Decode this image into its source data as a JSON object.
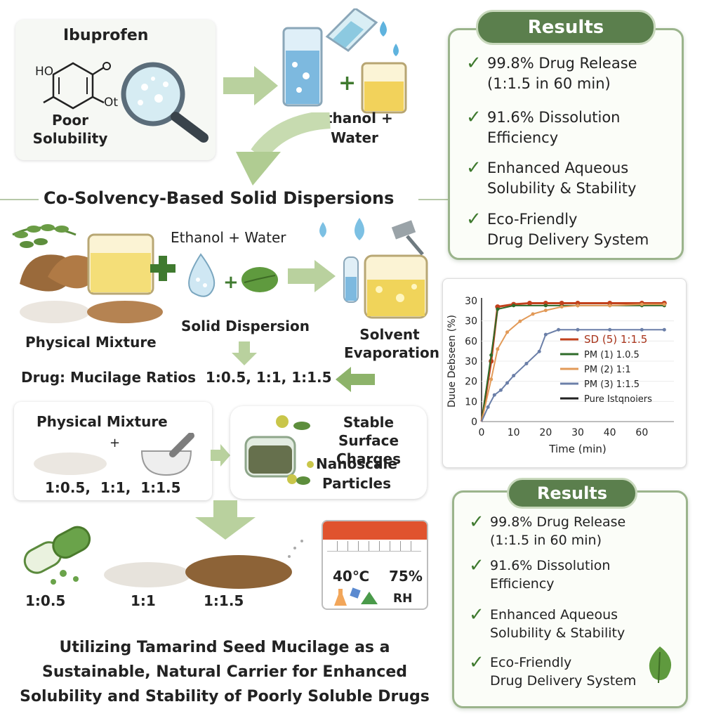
{
  "top": {
    "drug": "Ibuprofen",
    "ho": "HO",
    "o_suffix": "Ot",
    "poor_solubility": [
      "Poor",
      "Solubility"
    ],
    "cosolvent": [
      "Ethanol +",
      "Water"
    ]
  },
  "section_title": "Co-Solvency-Based Solid Dispersions",
  "middle": {
    "ethanol_water": "Ethanol + Water",
    "physical_mixture": "Physical Mixture",
    "solid_dispersion": "Solid Dispersion",
    "solvent_evaporation": [
      "Solvent",
      "Evaporation"
    ],
    "ratios": "Drug: Mucilage Ratios  1:0.5, 1:1, 1:1.5"
  },
  "lower": {
    "physical_mixture": "Physical Mixture",
    "plus": "+",
    "pm_ratios": "1:0.5,  1:1,  1:1.5",
    "stable": [
      "Stable",
      "Surface Charges"
    ],
    "nano": [
      "Nanoscale",
      "Particles"
    ]
  },
  "bottom": {
    "ratio_labels": [
      "1:0.5",
      "1:1",
      "1:1.5"
    ],
    "temp": "40℃",
    "humidity": "75%",
    "rh": "RH"
  },
  "footer": [
    "Utilizing Tamarind Seed Mucilage as a",
    "Sustainable, Natural Carrier for Enhanced",
    "Solubility and Stability of Poorly Soluble Drugs"
  ],
  "results_top": {
    "title": "Results",
    "items": [
      [
        "99.8% Drug Release",
        "(1:1.5 in 60 min)"
      ],
      [
        "91.6% Dissolution",
        "Efficiency"
      ],
      [
        "Enhanced Aqueous",
        "Solubility & Stability"
      ],
      [
        "Eco-Friendly",
        "Drug Delivery System"
      ]
    ]
  },
  "results_bottom": {
    "title": "Results",
    "items": [
      [
        "99.8% Drug Release",
        "(1:1.5 in 60 min)"
      ],
      [
        "91.6% Dissolution",
        "Efficiency"
      ],
      [
        "Enhanced Aqueous",
        "Solubility & Stability"
      ],
      [
        "Eco-Friendly",
        "Drug Delivery System"
      ]
    ]
  },
  "chart_data": {
    "type": "line",
    "xlabel": "Time (min)",
    "ylabel": "Duue Debseen (%)",
    "x_ticks": [
      "0",
      "10",
      "20",
      "30",
      "40",
      "60"
    ],
    "y_ticks": [
      "0",
      "10",
      "20",
      "30",
      "60",
      "30",
      "30"
    ],
    "series": [
      {
        "name": "SD (5) 1:1.5",
        "color": "#c2411d",
        "x": [
          0,
          3,
          5,
          10,
          15,
          20,
          25,
          30,
          40,
          50,
          57
        ],
        "y": [
          0,
          50,
          95,
          97,
          98,
          98,
          98,
          98,
          98,
          98,
          98
        ]
      },
      {
        "name": "PM (1) 1.0.5",
        "color": "#2f6b2a",
        "x": [
          0,
          3,
          5,
          10,
          20,
          30,
          40,
          50,
          57
        ],
        "y": [
          0,
          55,
          93,
          96,
          96,
          96,
          96,
          96,
          96
        ]
      },
      {
        "name": "PM (2) 1:1",
        "color": "#e29a58",
        "x": [
          0,
          3,
          5,
          8,
          12,
          16,
          20,
          25,
          30,
          40,
          50,
          57
        ],
        "y": [
          0,
          35,
          60,
          74,
          83,
          89,
          92,
          95,
          96,
          96,
          97,
          97
        ]
      },
      {
        "name": "PM (3) 1:1.5",
        "color": "#6b7fa8",
        "x": [
          0,
          2,
          4,
          6,
          8,
          10,
          14,
          18,
          20,
          24,
          30,
          40,
          50,
          57
        ],
        "y": [
          0,
          12,
          22,
          26,
          32,
          38,
          48,
          58,
          72,
          76,
          76,
          76,
          76,
          76
        ]
      },
      {
        "name": "Pure Istqnoiers",
        "color": "#222222",
        "x": [],
        "y": []
      }
    ]
  },
  "colors": {
    "accent": "#5b7f4d",
    "border": "#9bb48c",
    "check": "#3f7a2f"
  }
}
